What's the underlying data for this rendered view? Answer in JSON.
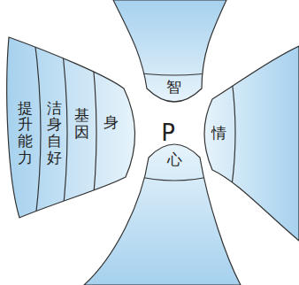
{
  "diagram": {
    "nodes": [
      {
        "text": [
          "智"
        ]
      },
      {
        "text": [
          "提升能力"
        ]
      },
      {
        "text": [
          "洁身自好"
        ]
      },
      {
        "text": [
          "基因"
        ]
      },
      {
        "text": [
          "身"
        ]
      },
      {
        "text": [
          "情"
        ]
      },
      {
        "text": [
          "心"
        ]
      }
    ],
    "labels": [
      "P"
    ]
  }
}
